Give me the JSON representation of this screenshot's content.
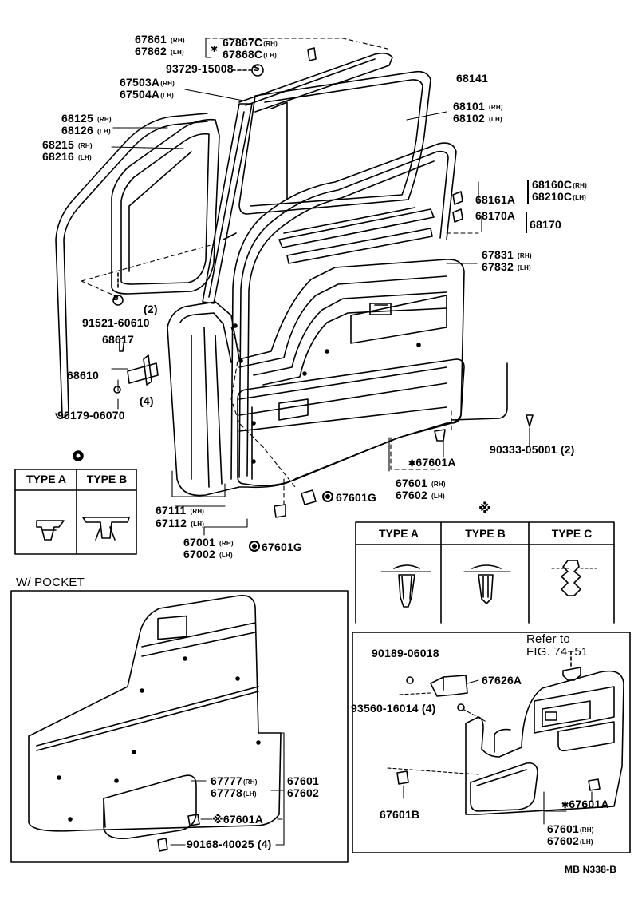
{
  "labels": {
    "p67861": "67861",
    "p67861_sfx": "(RH)",
    "p67862": "67862",
    "p67862_sfx": "(LH)",
    "p67867C": "67867C",
    "p67867C_sfx": "(RH)",
    "p67868C": "67868C",
    "p67868C_sfx": "(LH)",
    "p93729": "93729-15008",
    "p67503A": "67503A",
    "p67503A_sfx": "(RH)",
    "p67504A": "67504A",
    "p67504A_sfx": "(LH)",
    "p68141": "68141",
    "p68101": "68101",
    "p68101_sfx": "(RH)",
    "p68102": "68102",
    "p68102_sfx": "(LH)",
    "p68125": "68125",
    "p68125_sfx": "(RH)",
    "p68126": "68126",
    "p68126_sfx": "(LH)",
    "p68215": "68215",
    "p68215_sfx": "(RH)",
    "p68216": "68216",
    "p68216_sfx": "(LH)",
    "p68160C": "68160C",
    "p68160C_sfx": "(RH)",
    "p68210C": "68210C",
    "p68210C_sfx": "(LH)",
    "p68161A": "68161A",
    "p68170A": "68170A",
    "p68170": "68170",
    "p67831": "67831",
    "p67831_sfx": "(RH)",
    "p67832": "67832",
    "p67832_sfx": "(LH)",
    "p91521": "91521-60610",
    "qty2a": "(2)",
    "p68617": "68617",
    "p68610": "68610",
    "p90179": "90179-06070",
    "qty4a": "(4)",
    "p90333": "90333-05001",
    "qty2b": "(2)",
    "p67601A_1": "67601A",
    "p67601_1": "67601",
    "p67601_1_sfx": "(RH)",
    "p67602_1": "67602",
    "p67602_1_sfx": "(LH)",
    "p67601G_1": "67601G",
    "p67601G_2": "67601G",
    "p67111": "67111",
    "p67111_sfx": "(RH)",
    "p67112": "67112",
    "p67112_sfx": "(LH)",
    "p67001": "67001",
    "p67001_sfx": "(RH)",
    "p67002": "67002",
    "p67002_sfx": "(LH)",
    "wpocket": "W/ POCKET",
    "p67777": "67777",
    "p67777_sfx": "(RH)",
    "p67778": "67778",
    "p67778_sfx": "(LH)",
    "p67601_2": "67601",
    "p67602_2": "67602",
    "p67601A_2": "67601A",
    "p90168": "90168-40025",
    "qty4b": "(4)",
    "p90189": "90189-06018",
    "p67626A": "67626A",
    "p93560": "93560-16014",
    "qty4c": "(4)",
    "p67601B": "67601B",
    "p67601A_3": "67601A",
    "p67601_3": "67601",
    "p67601_3_sfx": "(RH)",
    "p67602_3": "67602",
    "p67602_3_sfx": "(LH)",
    "refer1": "Refer to",
    "refer2": "FIG. 74−51",
    "code": "MB N338-B"
  },
  "type_box_left": {
    "a": "TYPE A",
    "b": "TYPE B"
  },
  "type_box_right": {
    "a": "TYPE A",
    "b": "TYPE B",
    "c": "TYPE C"
  },
  "symbols": {
    "note": "※",
    "star": "✱",
    "s": "S",
    "b": "B"
  }
}
